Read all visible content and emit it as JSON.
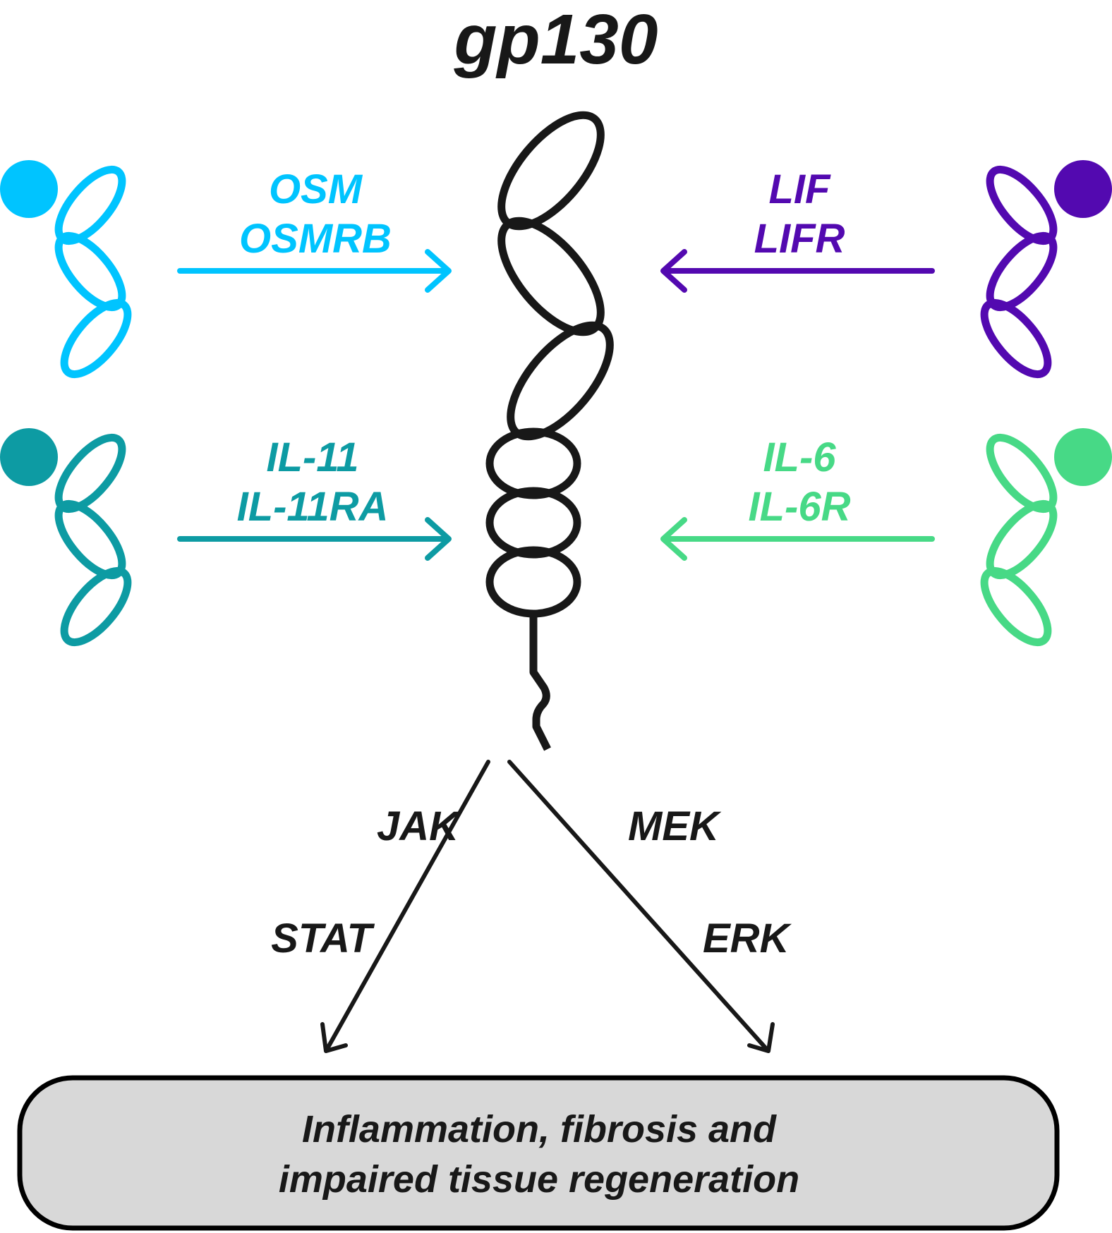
{
  "title": "gp130",
  "colors": {
    "osm": "#00C4FF",
    "lif": "#5309B0",
    "il11": "#0D9BA3",
    "il6": "#47D986",
    "receptor": "#181818",
    "outcome_fill": "#D8D8D8"
  },
  "ligands": [
    {
      "id": "osm",
      "line1": "OSM",
      "line2": "OSMRB",
      "side": "left",
      "row": "top"
    },
    {
      "id": "lif",
      "line1": "LIF",
      "line2": "LIFR",
      "side": "right",
      "row": "top"
    },
    {
      "id": "il11",
      "line1": "IL-11",
      "line2": "IL-11RA",
      "side": "left",
      "row": "bottom"
    },
    {
      "id": "il6",
      "line1": "IL-6",
      "line2": "IL-6R",
      "side": "right",
      "row": "bottom"
    }
  ],
  "pathways": {
    "left": {
      "upper": "JAK",
      "lower": "STAT"
    },
    "right": {
      "upper": "MEK",
      "lower": "ERK"
    }
  },
  "outcome": {
    "line1": "Inflammation, fibrosis and",
    "line2": "impaired tissue regeneration"
  }
}
